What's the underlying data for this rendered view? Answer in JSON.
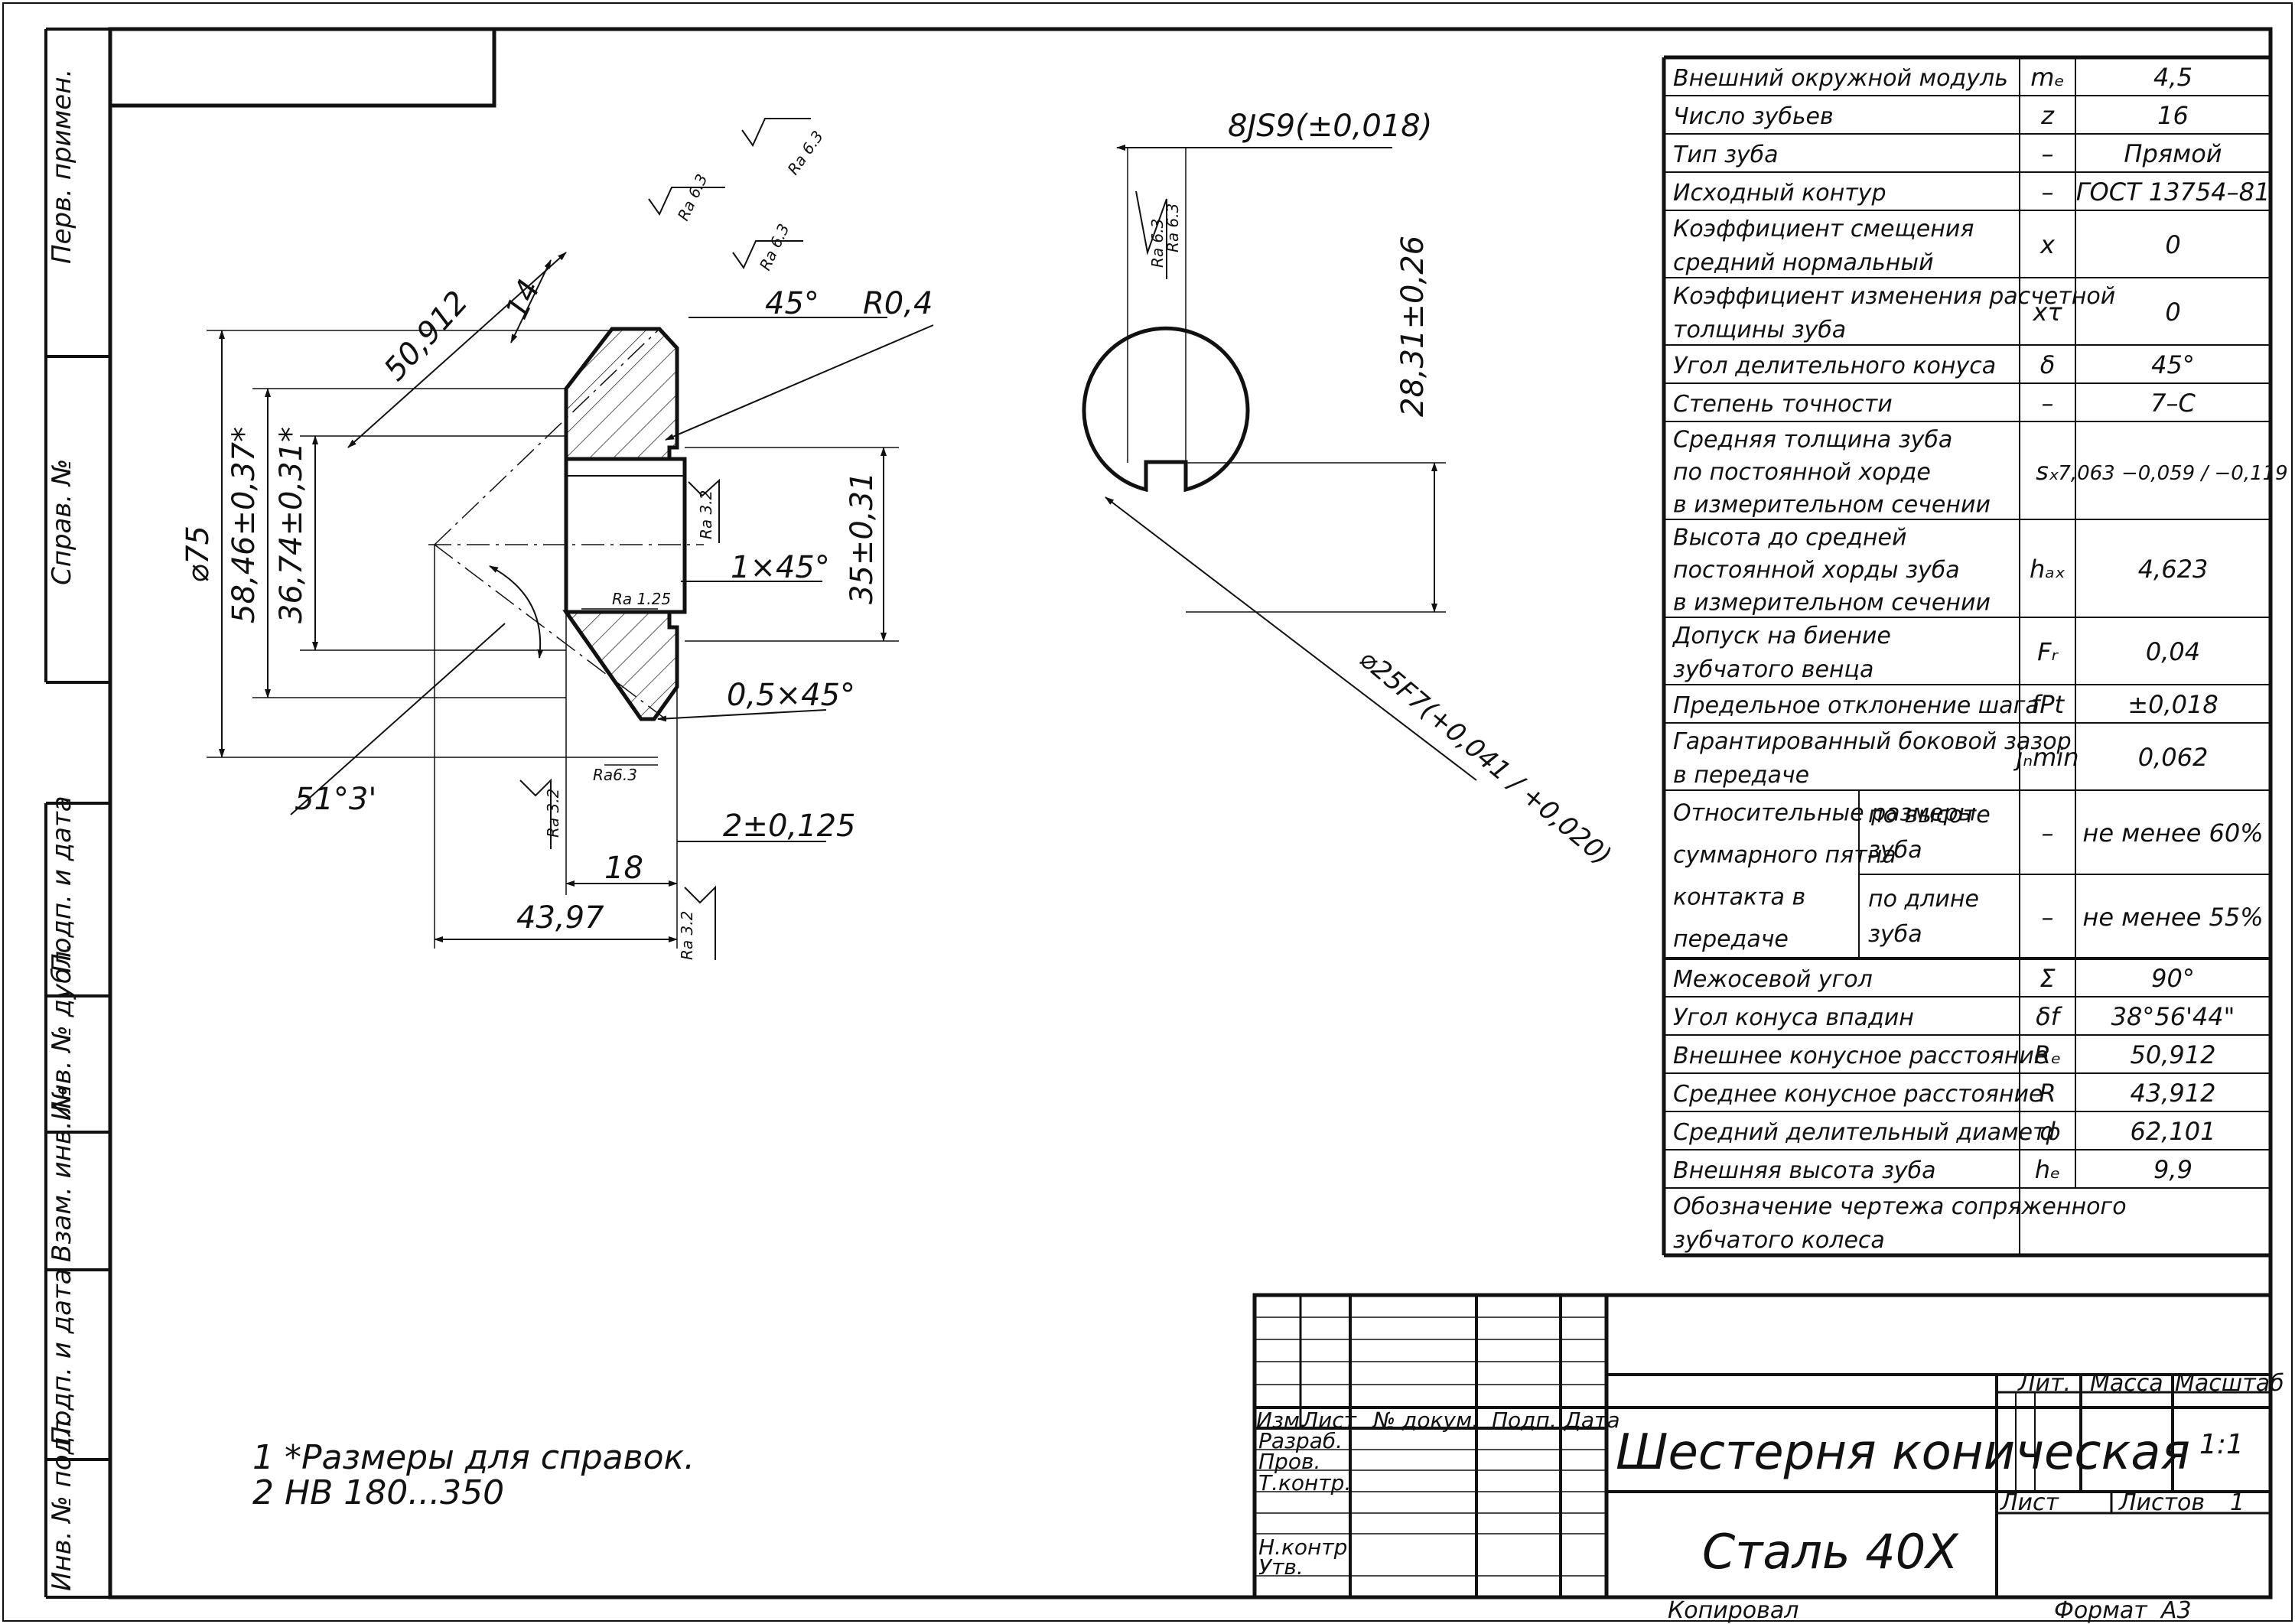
{
  "notes": [
    "1  *Размеры для справок.",
    "2  НВ 180...350"
  ],
  "dims": {
    "d75": "⌀75",
    "d58": "58,46±0,37*",
    "d36": "36,74±0,31*",
    "cone": "50,912",
    "w14": "14",
    "ang45": "45°",
    "r04": "R0,4",
    "ch1": "1×45°",
    "h35": "35±0,31",
    "ch05": "0,5×45°",
    "ang51": "51°3'",
    "t2": "2±0,125",
    "w18": "18",
    "l4397": "43,97",
    "key": "8JS9(±0,018)",
    "h2831": "28,31±0,26",
    "bore": "⌀25F7(+0,041 / +0,020)"
  },
  "rough": [
    "Ra 6.3",
    "Ra 6.3",
    "Ra 6.3",
    "Ra 3.2",
    "Ra 1.25",
    "Ra6.3",
    "Ra 3.2",
    "Ra 3.2",
    "Ra 6.3",
    "Ra 6.3"
  ],
  "side_stamps": [
    "Перв. примен.",
    "Справ. №",
    "Подп. и дата",
    "Инв. № дубл.",
    "Взам. инв. №",
    "Подп. и дата",
    "Инв. № подл."
  ],
  "params": [
    {
      "name": "Внешний окружной модуль",
      "sym": "mₑ",
      "val": "4,5"
    },
    {
      "name": "Число зубьев",
      "sym": "z",
      "val": "16"
    },
    {
      "name": "Тип зуба",
      "sym": "–",
      "val": "Прямой"
    },
    {
      "name": "Исходный контур",
      "sym": "–",
      "val": "ГОСТ 13754–81"
    },
    {
      "name": "Коэффициент смещения средний нормальный",
      "sym": "x",
      "val": "0"
    },
    {
      "name": "Коэффициент изменения расчетной толщины зуба",
      "sym": "xτ",
      "val": "0"
    },
    {
      "name": "Угол делительного конуса",
      "sym": "δ",
      "val": "45°"
    },
    {
      "name": "Степень точности",
      "sym": "–",
      "val": "7–С"
    },
    {
      "name": "Средняя толщина зуба по постоянной хорде в измерительном сечении",
      "sym": "sₓ",
      "val": "7,063 −0,059 / −0,119"
    },
    {
      "name": "Высота до средней постоянной хорды зуба в измерительном сечении",
      "sym": "hₐₓ",
      "val": "4,623"
    },
    {
      "name": "Допуск на биение зубчатого венца",
      "sym": "Fᵣ",
      "val": "0,04"
    },
    {
      "name": "Предельное отклонение шага",
      "sym": "fPt",
      "val": "±0,018"
    },
    {
      "name": "Гарантированный боковой зазор в передаче",
      "sym": "jₙmin",
      "val": "0,062"
    },
    {
      "name": "Относительные размеры суммарного пятна контакта в передаче",
      "sub": "по высоте зуба",
      "sym": "–",
      "val": "не менее 60%"
    },
    {
      "name": "",
      "sub": "по длине зуба",
      "sym": "–",
      "val": "не менее 55%"
    },
    {
      "name": "Межосевой угол",
      "sym": "Σ",
      "val": "90°"
    },
    {
      "name": "Угол конуса впадин",
      "sym": "δf",
      "val": "38°56'44\""
    },
    {
      "name": "Внешнее конусное расстояние",
      "sym": "Rₑ",
      "val": "50,912"
    },
    {
      "name": "Среднее конусное расстояние",
      "sym": "R",
      "val": "43,912"
    },
    {
      "name": "Средний делительный диаметр",
      "sym": "d",
      "val": "62,101"
    },
    {
      "name": "Внешняя высота зуба",
      "sym": "hₑ",
      "val": "9,9"
    },
    {
      "name": "Обозначение чертежа сопряженного зубчатого колеса",
      "sym": "",
      "val": ""
    }
  ],
  "title_block": {
    "col_headers": [
      "Изм.",
      "Лист",
      "№ докум.",
      "Подп.",
      "Дата"
    ],
    "rows": [
      "Разраб.",
      "Пров.",
      "Т.контр.",
      "",
      "Н.контр.",
      "Утв."
    ],
    "name": "Шестерня коническая",
    "material": "Сталь 40Х",
    "lit": "Лит.",
    "mass": "Масса",
    "scale_label": "Масштаб",
    "scale": "1:1",
    "sheet": "Лист",
    "sheets": "Листов",
    "sheets_count": "1",
    "copied": "Копировал",
    "format": "Формат",
    "format_val": "А3"
  }
}
